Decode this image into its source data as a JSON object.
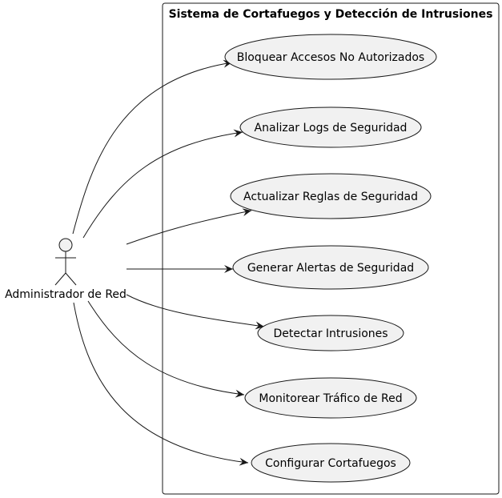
{
  "system": {
    "title": "Sistema de Cortafuegos y Detección de Intrusiones"
  },
  "actor": {
    "label": "Administrador de Red"
  },
  "use_cases": [
    {
      "id": "uc-bloquear",
      "label": "Bloquear Accesos No Autorizados"
    },
    {
      "id": "uc-analizar",
      "label": "Analizar Logs de Seguridad"
    },
    {
      "id": "uc-actualizar",
      "label": "Actualizar Reglas de Seguridad"
    },
    {
      "id": "uc-generar",
      "label": "Generar Alertas de Seguridad"
    },
    {
      "id": "uc-detectar",
      "label": "Detectar Intrusiones"
    },
    {
      "id": "uc-monitorear",
      "label": "Monitorear Tráfico de Red"
    },
    {
      "id": "uc-configurar",
      "label": "Configurar Cortafuegos"
    }
  ],
  "colors": {
    "ellipse_fill": "#f1f1f1",
    "stroke": "#181818",
    "actor_fill": "#f1f1f1"
  }
}
